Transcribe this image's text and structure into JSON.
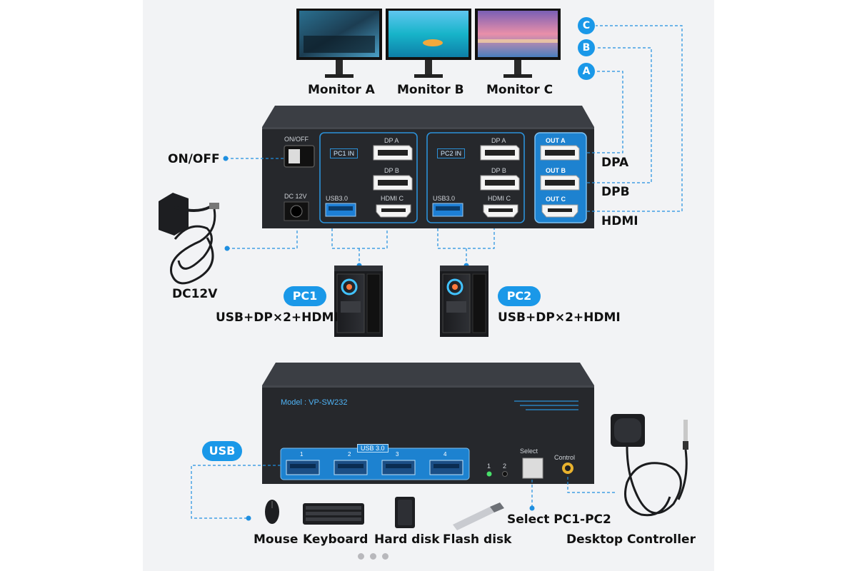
{
  "monitors": [
    "Monitor A",
    "Monitor B",
    "Monitor C"
  ],
  "outputs": {
    "a": "A",
    "b": "B",
    "c": "C"
  },
  "front_panel": {
    "on_off": "ON/OFF",
    "dc": "DC 12V",
    "pc1_in": "PC1 IN",
    "pc2_in": "PC2 IN",
    "dp_a": "DP A",
    "dp_b": "DP B",
    "usb": "USB3.0",
    "hdmi_c": "HDMI C",
    "out_a": "OUT A",
    "out_b": "OUT B",
    "out_c": "OUT C"
  },
  "labels": {
    "on_off": "ON/OFF",
    "dpa": "DPA",
    "dpb": "DPB",
    "hdmi": "HDMI",
    "dc12v": "DC12V",
    "pc1": "PC1",
    "pc2": "PC2",
    "pc_ports": "USB+DP×2+HDMI"
  },
  "back_panel": {
    "model": "Model : VP-SW232",
    "usb_group": "USB 3.0",
    "ports": [
      "1",
      "2",
      "3",
      "4"
    ],
    "led_1": "1",
    "led_2": "2",
    "select": "Select",
    "control": "Control"
  },
  "bottom": {
    "usb": "USB",
    "mouse": "Mouse",
    "keyboard": "Keyboard",
    "hard_disk": "Hard disk",
    "flash_disk": "Flash disk",
    "select_pc": "Select PC1-PC2",
    "controller": "Desktop Controller"
  },
  "colors": {
    "accent": "#1a98e8",
    "device": "#2b2d31",
    "panel": "#f2f3f5"
  }
}
